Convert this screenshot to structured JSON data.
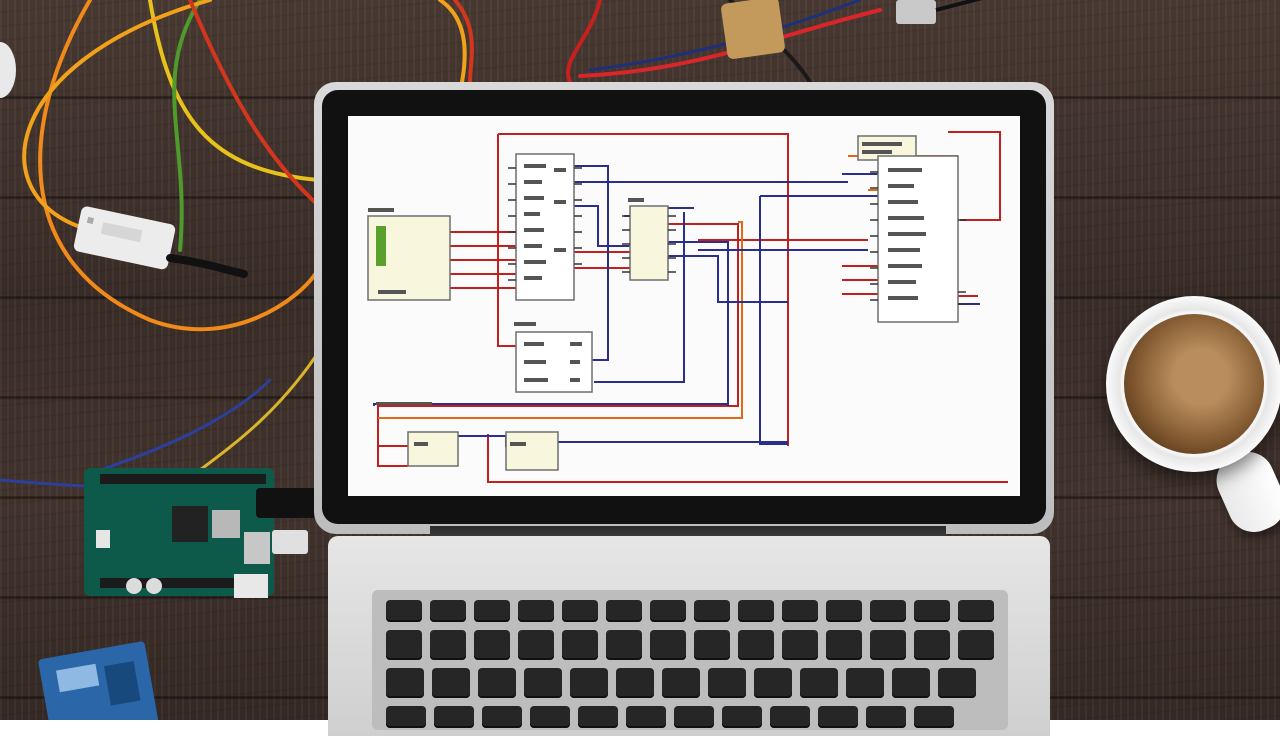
{
  "colors": {
    "schematic_red": "#c0201e",
    "schematic_blue": "#2a2f8f",
    "schematic_orange": "#e06a14",
    "component_fill": "#f8f7dd",
    "desk_wood": "#3f302a"
  },
  "scene": {
    "objects": [
      "laptop",
      "circuit-schematic",
      "arduino-board",
      "coffee-mug",
      "usb-module",
      "blue-pcb",
      "jumper-wires"
    ]
  }
}
